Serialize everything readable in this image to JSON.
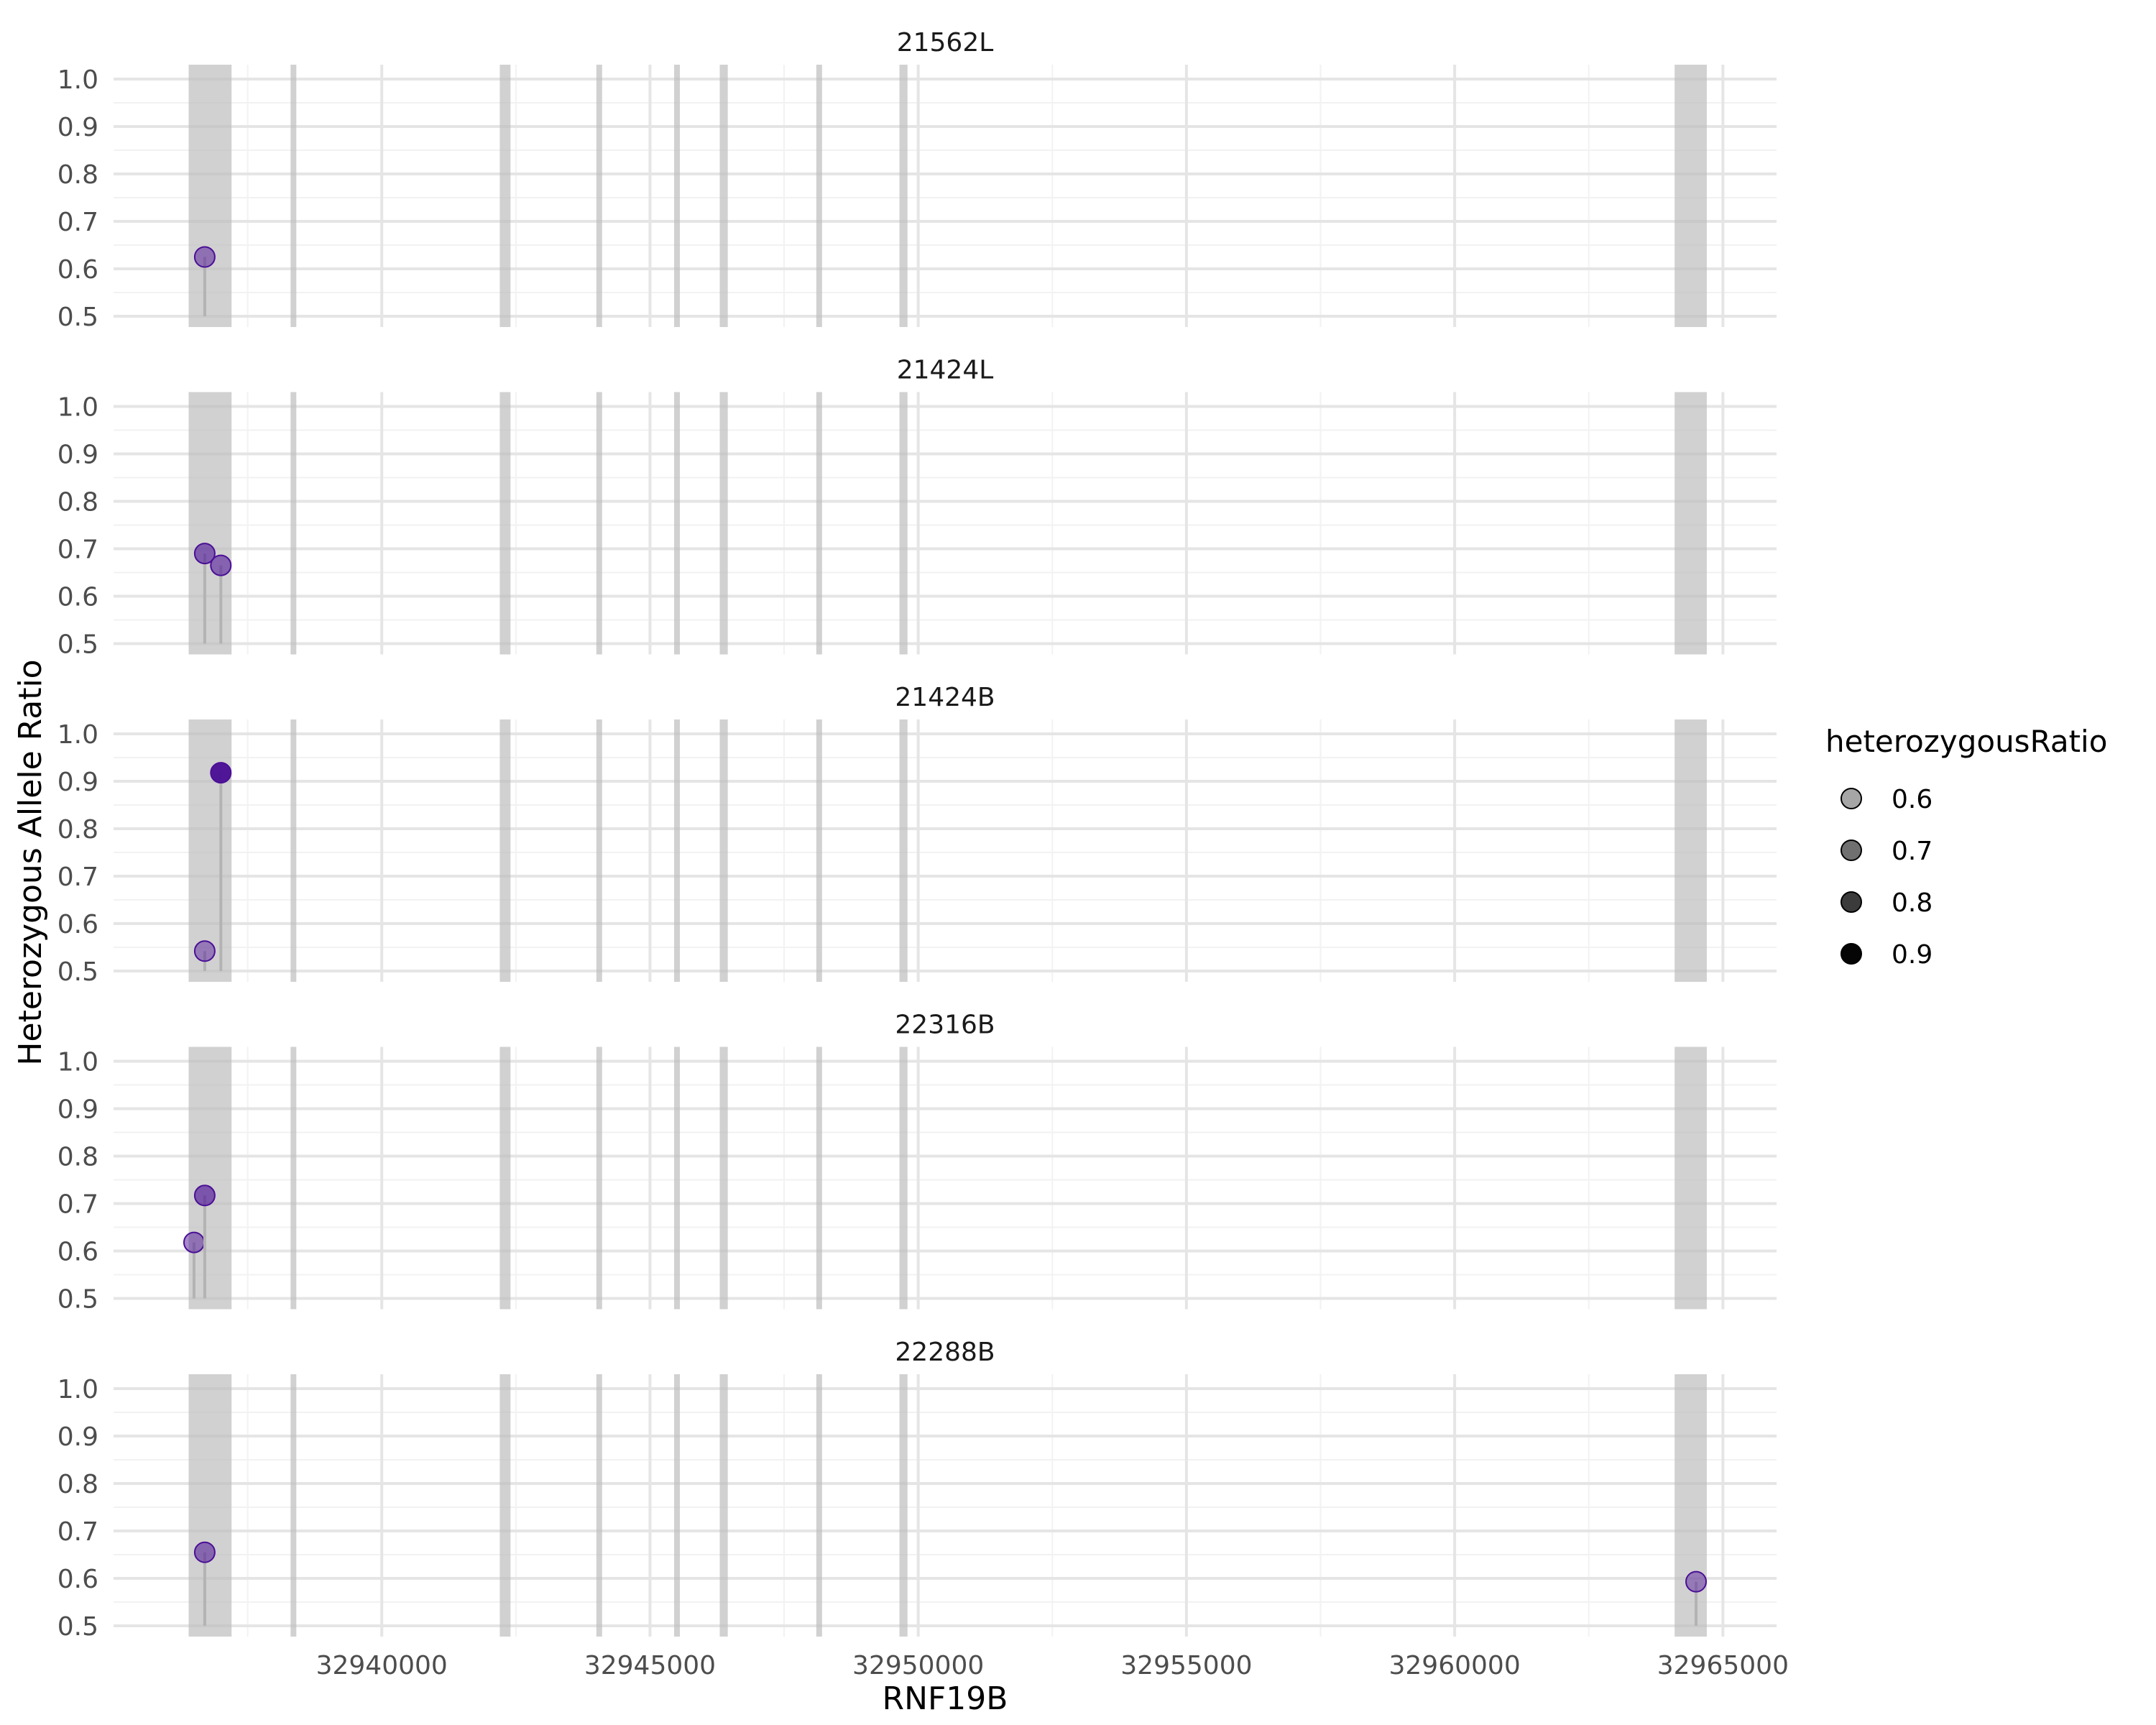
{
  "chart_data": {
    "type": "scatter",
    "subtype": "lollipop, faceted by sample",
    "xlabel": "RNF19B",
    "ylabel": "Heterozygous Allele Ratio",
    "xlim": [
      32935000,
      32966000
    ],
    "ylim": [
      0.5,
      1.0
    ],
    "x_ticks": [
      32940000,
      32945000,
      32950000,
      32955000,
      32960000,
      32965000
    ],
    "x_tick_labels": [
      "32940000",
      "32945000",
      "32950000",
      "32955000",
      "32960000",
      "32965000"
    ],
    "y_ticks": [
      0.5,
      0.6,
      0.7,
      0.8,
      0.9,
      1.0
    ],
    "y_tick_labels": [
      "0.5",
      "0.6",
      "0.7",
      "0.8",
      "0.9",
      "1.0"
    ],
    "grid": true,
    "exon_regions": [
      [
        32936400,
        32937200
      ],
      [
        32938300,
        32938400
      ],
      [
        32942200,
        32942400
      ],
      [
        32944000,
        32944100
      ],
      [
        32945450,
        32945550
      ],
      [
        32946300,
        32946450
      ],
      [
        32948100,
        32948200
      ],
      [
        32949650,
        32949800
      ],
      [
        32964100,
        32964700
      ]
    ],
    "lollipop_baseline": 0.5,
    "panels": [
      {
        "title": "21562L",
        "points": [
          {
            "x": 32936700,
            "y": 0.625
          }
        ]
      },
      {
        "title": "21424L",
        "points": [
          {
            "x": 32936700,
            "y": 0.69
          },
          {
            "x": 32937000,
            "y": 0.665
          }
        ]
      },
      {
        "title": "21424B",
        "points": [
          {
            "x": 32936700,
            "y": 0.542
          },
          {
            "x": 32937000,
            "y": 0.918
          }
        ]
      },
      {
        "title": "22316B",
        "points": [
          {
            "x": 32936500,
            "y": 0.618
          },
          {
            "x": 32936700,
            "y": 0.717
          }
        ]
      },
      {
        "title": "22288B",
        "points": [
          {
            "x": 32936700,
            "y": 0.655
          },
          {
            "x": 32964500,
            "y": 0.593
          }
        ]
      }
    ],
    "legend": {
      "title": "heterozygousRatio",
      "placement": "right",
      "entries": [
        {
          "label": "0.6",
          "value": 0.6
        },
        {
          "label": "0.7",
          "value": 0.7
        },
        {
          "label": "0.8",
          "value": 0.8
        },
        {
          "label": "0.9",
          "value": 0.9
        }
      ]
    },
    "colors": {
      "point": "#4b0f96",
      "exon": "#bebebe",
      "stem": "#b3b3b3",
      "grid_major": "#e5e5e5",
      "grid_minor": "#f2f2f2",
      "legend_point": "#000000"
    }
  }
}
